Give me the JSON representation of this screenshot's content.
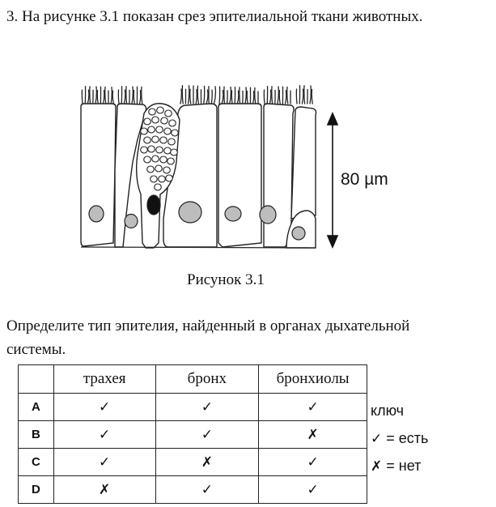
{
  "question": {
    "text": "3. На рисунке 3.1 показан срез эпителиальной ткани животных."
  },
  "figure": {
    "scale_label": "80 µm",
    "caption": "Рисунок 3.1"
  },
  "prompt": "Определите тип эпителия, найденный в органах дыхательной системы.",
  "table": {
    "headers": [
      "",
      "трахея",
      "бронх",
      "бронхиолы"
    ],
    "rows": [
      {
        "label": "A",
        "cells": [
          "✓",
          "✓",
          "✓"
        ]
      },
      {
        "label": "B",
        "cells": [
          "✓",
          "✓",
          "✗"
        ]
      },
      {
        "label": "C",
        "cells": [
          "✓",
          "✗",
          "✓"
        ]
      },
      {
        "label": "D",
        "cells": [
          "✗",
          "✓",
          "✓"
        ]
      }
    ]
  },
  "key": {
    "title": "ключ",
    "yes_symbol": "✓",
    "yes_text": "= есть",
    "no_symbol": "✗",
    "no_text": "= нет"
  }
}
